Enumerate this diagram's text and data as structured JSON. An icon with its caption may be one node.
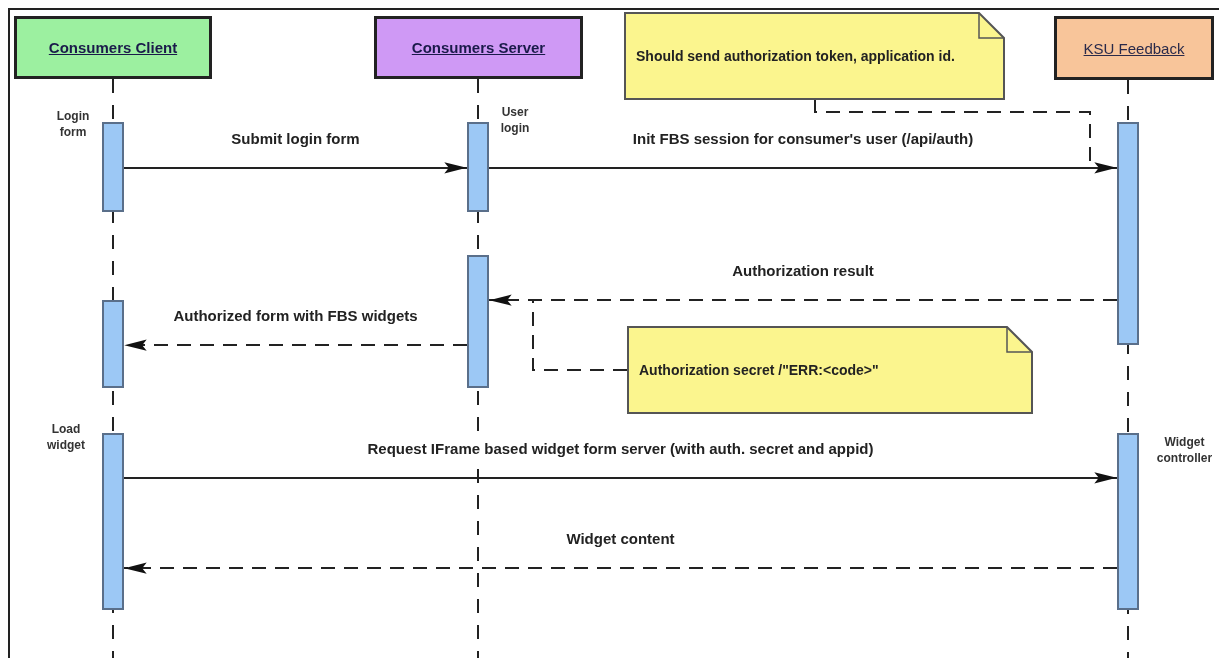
{
  "diagram": {
    "nodes": [
      {
        "text": [
          "Consumers Client"
        ]
      },
      {
        "text": [
          "Consumers Server"
        ]
      },
      {
        "text": [
          "KSU Feedback"
        ]
      },
      {
        "text": [],
        "shape": "bar",
        "beside": [
          "Login form"
        ]
      },
      {
        "text": [],
        "shape": "bar",
        "beside": [
          "User login"
        ]
      },
      {
        "text": [],
        "shape": "bar"
      },
      {
        "text": [],
        "shape": "bar"
      },
      {
        "text": [],
        "shape": "bar"
      },
      {
        "text": [],
        "shape": "bar",
        "beside": [
          "Load widget"
        ]
      },
      {
        "text": [],
        "shape": "bar",
        "beside": [
          "Widget controller"
        ]
      },
      {
        "text": [
          "Should send authorization token, application id."
        ]
      },
      {
        "text": [
          "Authorization secret /\"ERR:<code>\""
        ]
      }
    ],
    "edges": [
      {
        "from": 3,
        "to": 4,
        "arrow": "to",
        "label": "Submit login form"
      },
      {
        "from": 4,
        "to": 5,
        "arrow": "to",
        "label": "Init FBS session for consumer's user (/api/auth)"
      },
      {
        "from": 5,
        "to": 6,
        "arrow": "to",
        "label": "Authorization result",
        "style": "dashed"
      },
      {
        "from": 6,
        "to": 7,
        "arrow": "to",
        "label": "Authorized form with FBS widgets",
        "style": "dashed"
      },
      {
        "from": 8,
        "to": 9,
        "arrow": "to",
        "label": "Request IFrame based widget form server (with auth. secret and appid)"
      },
      {
        "from": 9,
        "to": 8,
        "arrow": "to",
        "label": "Widget content",
        "style": "dashed"
      },
      {
        "from": 10,
        "to": null,
        "arrow": "none",
        "style": "dashed"
      },
      {
        "from": 11,
        "to": null,
        "arrow": "none",
        "style": "dashed"
      }
    ]
  }
}
